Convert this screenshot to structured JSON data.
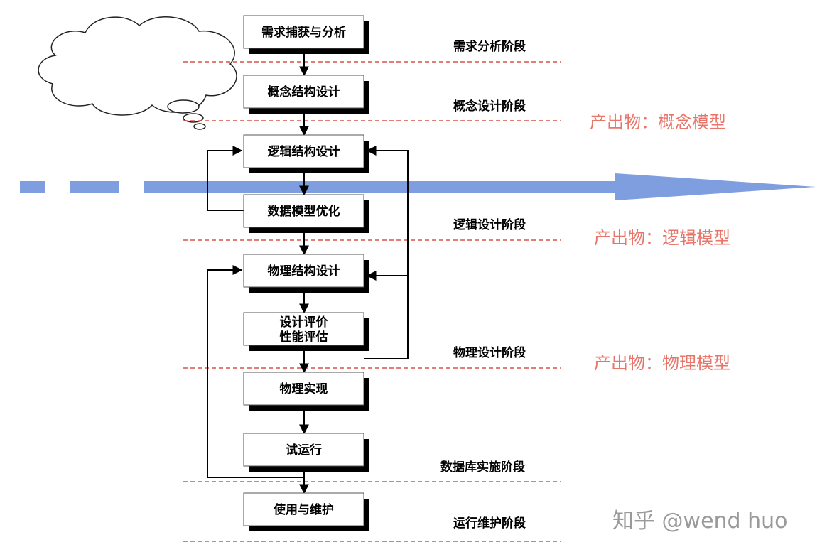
{
  "steps": [
    {
      "label": "需求捕获与分析"
    },
    {
      "label": "概念结构设计"
    },
    {
      "label": "逻辑结构设计"
    },
    {
      "label": "数据模型优化"
    },
    {
      "label": "物理结构设计"
    },
    {
      "label": "设计评价",
      "label2": "性能评估"
    },
    {
      "label": "物理实现"
    },
    {
      "label": "试运行"
    },
    {
      "label": "使用与维护"
    }
  ],
  "phases": [
    {
      "label": "需求分析阶段"
    },
    {
      "label": "概念设计阶段"
    },
    {
      "label": "逻辑设计阶段"
    },
    {
      "label": "物理设计阶段"
    },
    {
      "label": "数据库实施阶段"
    },
    {
      "label": "运行维护阶段"
    }
  ],
  "outputs": [
    {
      "label": "产出物：概念模型"
    },
    {
      "label": "产出物：逻辑模型"
    },
    {
      "label": "产出物：物理模型"
    }
  ],
  "watermark": "知乎 @wend huo",
  "colors": {
    "timeline_arrow": "#7f9ee0",
    "phase_divider": "#d9534f",
    "output_text": "#e8756a",
    "box_shadow": "#000000",
    "watermark": "#9a9a9a"
  }
}
